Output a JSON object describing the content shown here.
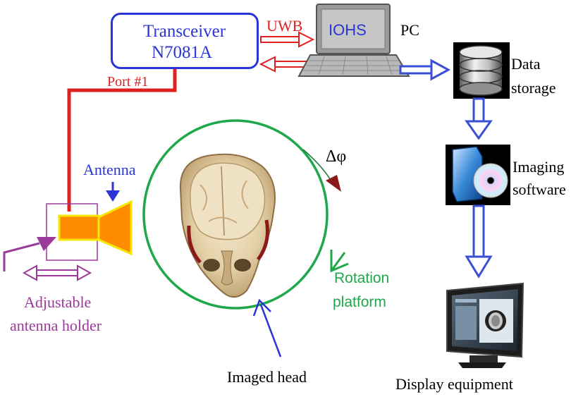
{
  "transceiver": {
    "line1": "Transceiver",
    "line2": "N7081A"
  },
  "link": {
    "uwb": "UWB",
    "port": "Port #1"
  },
  "pc": {
    "screen_text": "IOHS",
    "label": "PC"
  },
  "data_storage": {
    "line1": "Data",
    "line2": "storage"
  },
  "imaging_software": {
    "line1": "Imaging",
    "line2": "software"
  },
  "display": {
    "label": "Display equipment"
  },
  "antenna": {
    "label": "Antenna"
  },
  "holder": {
    "line1": "Adjustable",
    "line2": "antenna holder"
  },
  "rotation": {
    "symbol": "Δφ",
    "line1": "Rotation",
    "line2": "platform"
  },
  "head": {
    "label": "Imaged head"
  },
  "colors": {
    "blue_text": "#2b35d6",
    "red_line": "#e02020",
    "purple": "#9b3a9b",
    "green": "#1fa84a",
    "orange": "#ff8c00",
    "yellow_outline": "#f5e800",
    "dark_red_arrow": "#8b1a1a"
  }
}
